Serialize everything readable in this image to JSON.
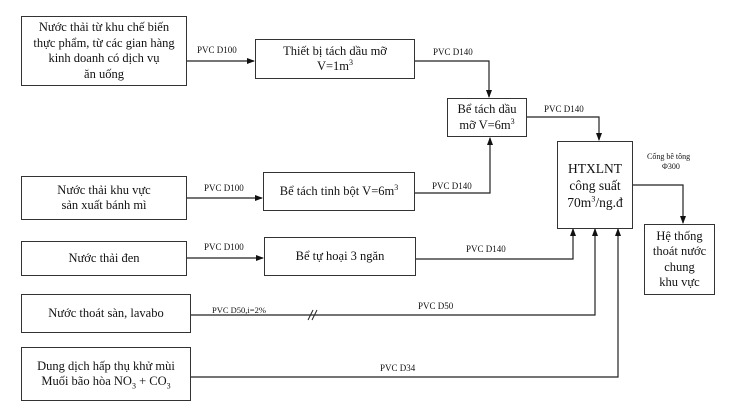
{
  "nodes": {
    "source_food": {
      "lines": [
        "Nước thải từ khu chế biến",
        "thực phẩm, từ các gian hàng",
        "kinh doanh có dịch vụ",
        "ăn uống"
      ]
    },
    "grease_trap_device": {
      "line1": "Thiết bị tách dầu mỡ",
      "line2_prefix": "V=1m",
      "line2_sup": "3"
    },
    "grease_tank": {
      "line1": "Bể tách dầu",
      "line2_prefix": "mỡ V=6m",
      "line2_sup": "3"
    },
    "wwtp": {
      "line1": "HTXLNT",
      "line2": "công suất",
      "line3_prefix": "70m",
      "line3_sup": "3",
      "line3_suffix": "/ng.đ"
    },
    "drainage": {
      "lines": [
        "Hệ thống",
        "thoát nước",
        "chung",
        "khu vực"
      ]
    },
    "source_bakery": {
      "lines": [
        "Nước thải khu vực",
        "sản xuất bánh mì"
      ]
    },
    "starch_tank": {
      "prefix": "Bể tách tinh bột V=6m",
      "sup": "3"
    },
    "source_black": {
      "label": "Nước thải đen"
    },
    "septic_tank": {
      "label": "Bể tự hoại 3 ngăn"
    },
    "source_floor": {
      "label": "Nước thoát sàn, lavabo"
    },
    "source_deodor": {
      "line1": "Dung dịch hấp thụ khử mùi",
      "line2_prefix": "Muối bão hòa NO",
      "sub1": "3",
      "mid": " + CO",
      "sub2": "3"
    }
  },
  "pipes": {
    "food_to_device": "PVC D100",
    "device_to_tank": "PVC D140",
    "tank_to_wwtp": "PVC D140",
    "bakery_to_starch": "PVC D100",
    "starch_to_tank": "PVC D140",
    "black_to_septic": "PVC D100",
    "septic_to_wwtp": "PVC D140",
    "floor_slope": "PVC D50,i=2%",
    "floor_to_wwtp": "PVC D50",
    "deodor_to_wwtp": "PVC D34",
    "wwtp_out_line1": "Cống bê tông",
    "wwtp_out_line2": "Φ300"
  }
}
